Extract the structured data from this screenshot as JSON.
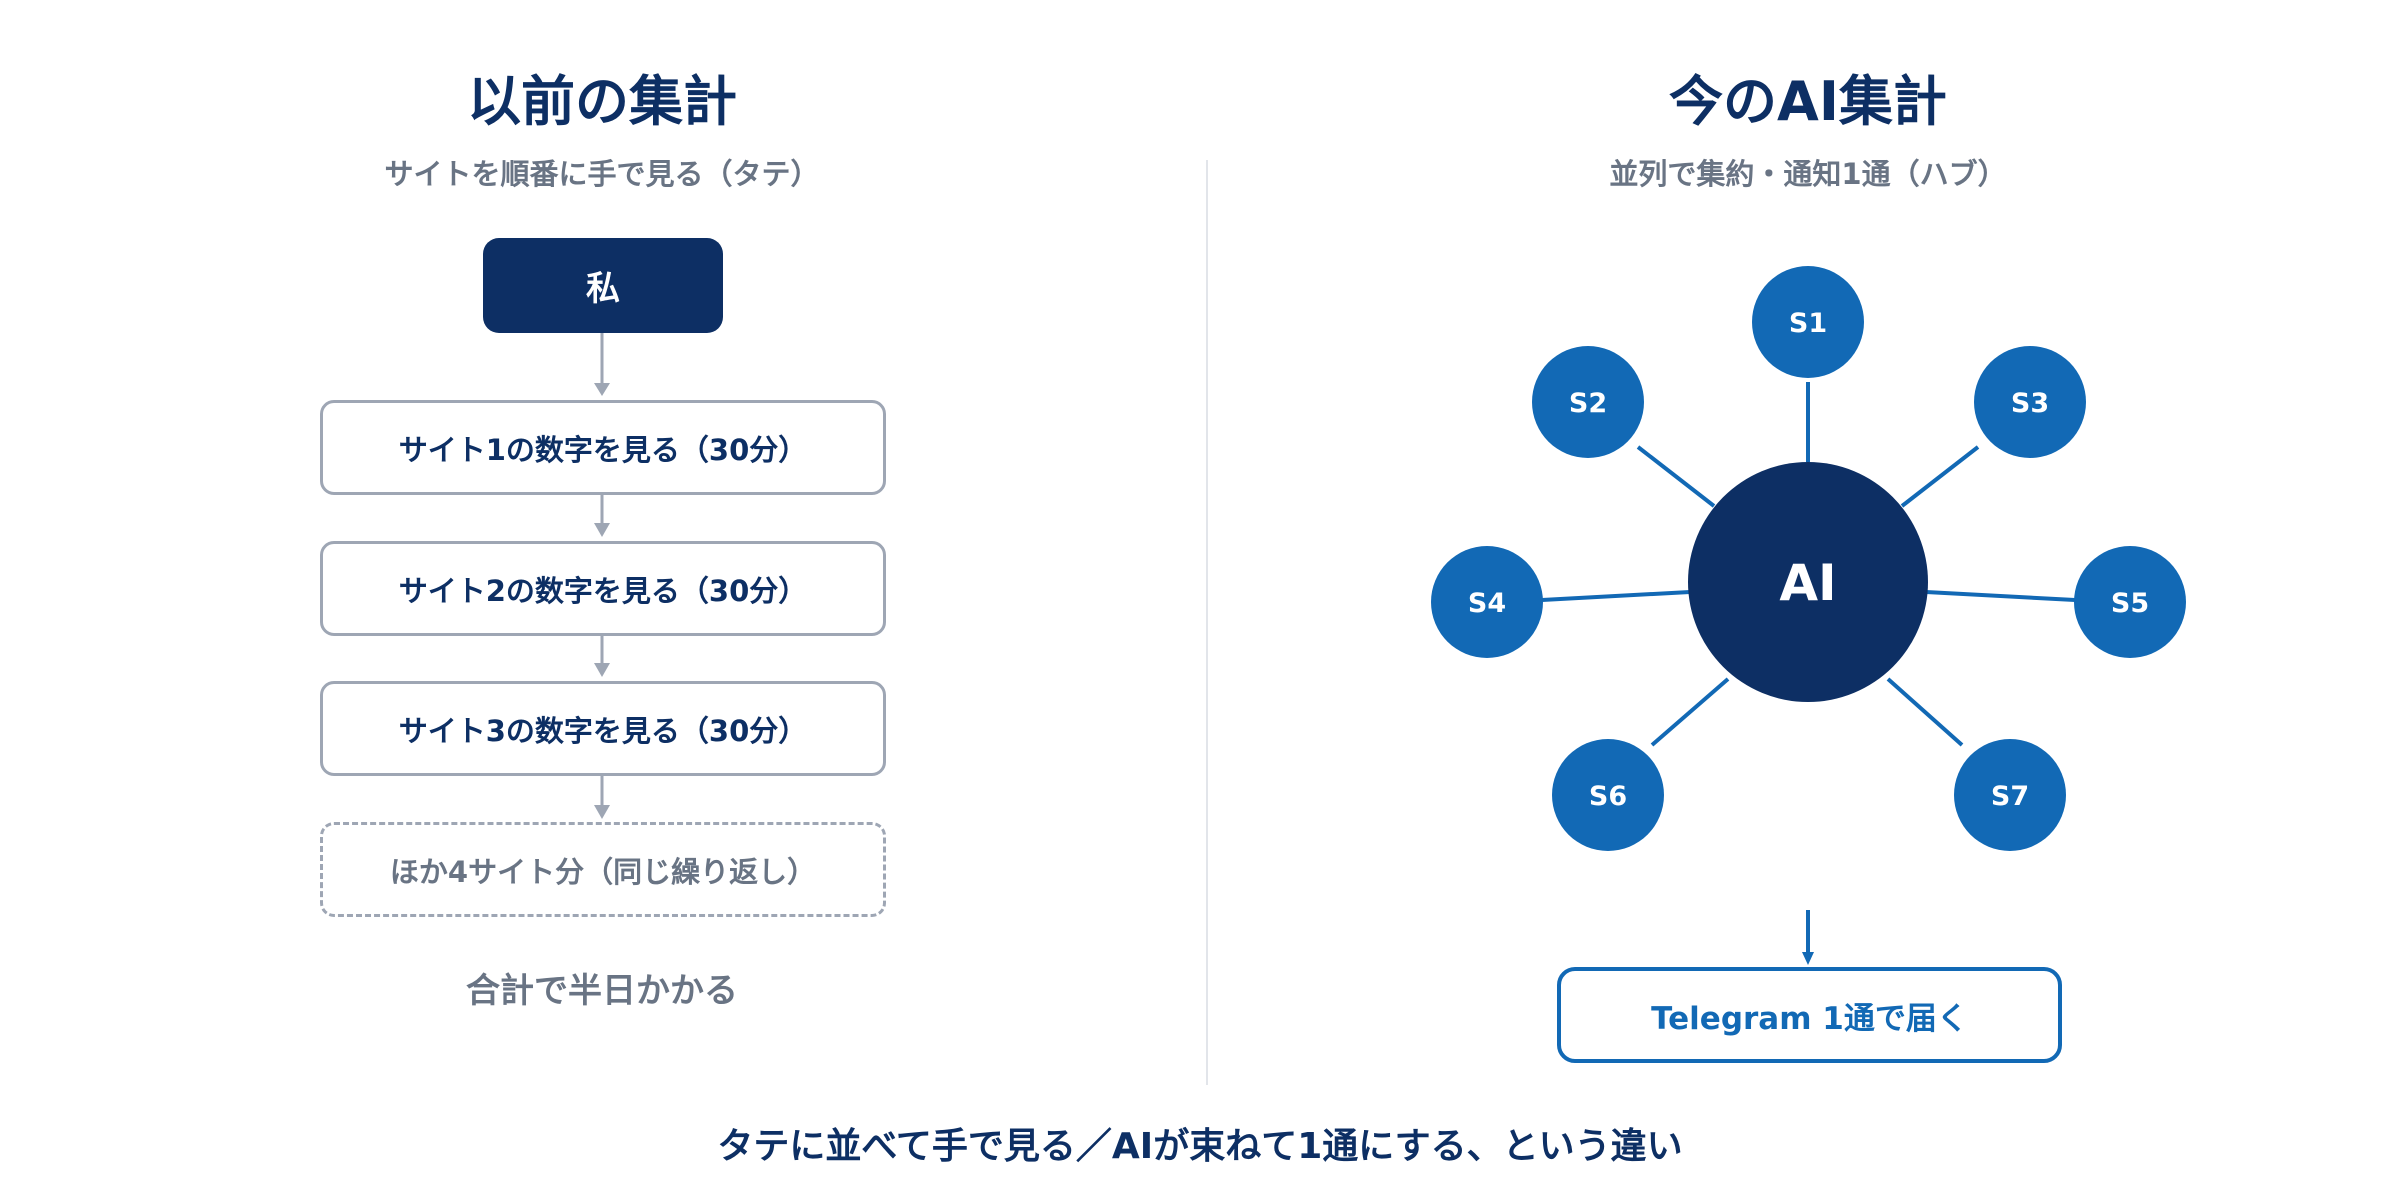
{
  "left": {
    "title": "以前の集計",
    "subtitle": "サイトを順番に手で見る（タテ）",
    "me_label": "私",
    "steps": [
      "サイト1の数字を見る（30分）",
      "サイト2の数字を見る（30分）",
      "サイト3の数字を見る（30分）"
    ],
    "rest_label": "ほか4サイト分（同じ繰り返し）",
    "total_label": "合計で半日かかる"
  },
  "right": {
    "title": "今のAI集計",
    "subtitle": "並列で集約・通知1通（ハブ）",
    "hub_label": "AI",
    "sites": [
      "S1",
      "S2",
      "S3",
      "S4",
      "S5",
      "S6",
      "S7"
    ],
    "output_label": "Telegram 1通で届く"
  },
  "footer": "タテに並べて手で見る／AIが束ねて1通にする、という違い",
  "colors": {
    "navy": "#0d2f64",
    "blue": "#1269b5",
    "gray_text": "#697484",
    "gray_border": "#9ea6b4",
    "divider": "#e2e5ea"
  }
}
